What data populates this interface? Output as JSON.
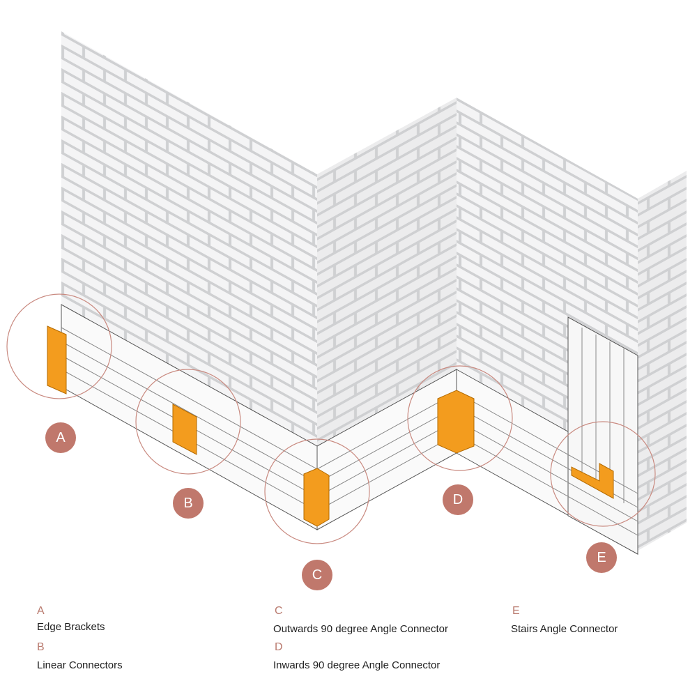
{
  "colors": {
    "connector": "#f39c1e",
    "callout": "#c98a80",
    "badge": "#c0786c",
    "legend_letter": "#b97a6e",
    "wall": "#e6e7e9",
    "mortar": "#c9cacc"
  },
  "callouts": [
    {
      "letter": "A",
      "label": "Edge Brackets"
    },
    {
      "letter": "B",
      "label": "Linear Connectors"
    },
    {
      "letter": "C",
      "label": "Outwards 90 degree Angle Connector"
    },
    {
      "letter": "D",
      "label": "Inwards 90 degree Angle Connector"
    },
    {
      "letter": "E",
      "label": "Stairs Angle Connector"
    }
  ]
}
